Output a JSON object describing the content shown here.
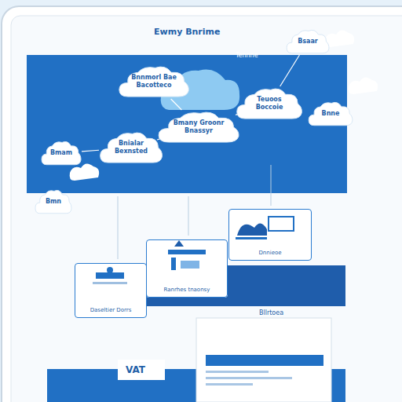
{
  "diagram": {
    "title": "Ewmy Bnrime",
    "nodes": [
      {
        "text": [
          "Bnnmorl Bae Bacotteco"
        ]
      },
      {
        "text": [
          "Bmany Groonr Bnassyr"
        ]
      },
      {
        "text": [
          "Teuoos Boccoie"
        ]
      },
      {
        "text": [
          "Bnialar Bexnsted"
        ]
      },
      {
        "text": [
          "Bmam"
        ]
      },
      {
        "text": [
          "Bmn"
        ]
      },
      {
        "text": [
          "Bsaar"
        ]
      },
      {
        "text": [
          "Bnne"
        ]
      },
      {
        "text": [
          "Daseltier Dorrs"
        ]
      },
      {
        "text": [
          "Ranrhes tnaonsy"
        ]
      },
      {
        "text": [
          "Dnnieoe"
        ]
      }
    ],
    "edges": [
      {
        "from": 4,
        "to": 3,
        "arrow": "none"
      },
      {
        "from": 3,
        "to": 1,
        "arrow": "none"
      },
      {
        "from": 0,
        "to": 1,
        "arrow": "none"
      },
      {
        "from": 2,
        "to": 1,
        "arrow": "none"
      },
      {
        "from": 6,
        "to": 2,
        "arrow": "none"
      }
    ],
    "labels": [
      "Tennne",
      "Bllrtoea",
      "VAT"
    ]
  }
}
